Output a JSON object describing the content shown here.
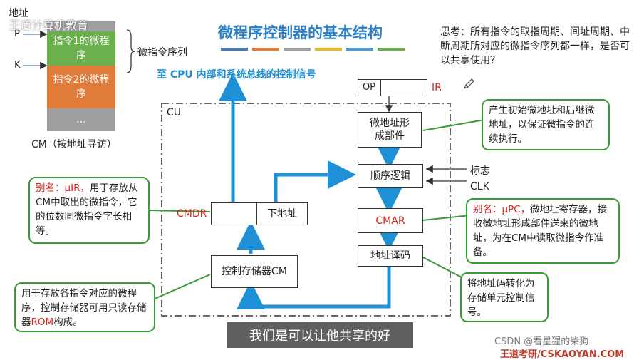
{
  "watermark_top": "王道计算机教育",
  "title": "微程序控制器的基本结构",
  "title_underline_colors": [
    "#4a7ab8",
    "#e07b39",
    "#a0a0a0",
    "#e8b830",
    "#4a9ad8",
    "#6ab04c"
  ],
  "question": "思考：所有指令的取指周期、间址周期、中断周期所对应的微指令序列都一样，是否可以共享使用？",
  "cm": {
    "address_label": "地址",
    "p": "P",
    "k": "K",
    "block1": "指令1的微程序",
    "block2": "指令2的微程序",
    "ellipsis": "…",
    "brace_label": "微指令序列",
    "caption": "CM（按地址寻访）"
  },
  "signal_label": "至 CPU 内部和系统总线的控制信号",
  "cu_label": "CU",
  "ir": {
    "op": "OP",
    "label": "IR"
  },
  "units": {
    "addr_gen": "微地址形成部件",
    "seq_logic": "顺序逻辑",
    "cmar": "CMAR",
    "decoder": "地址译码",
    "cm_store": "控制存储器CM",
    "next_addr": "下地址",
    "cmdr": "CMDR"
  },
  "inputs": {
    "flag": "标志",
    "clk": "CLK"
  },
  "callouts": {
    "addr_gen": "产生初始微地址和后继微地址，以保证微指令的连续执行。",
    "cmdr_prefix": "别名：μIR，",
    "cmdr_text": "用于存放从CM中取出的微指令，它的位数同微指令字长相等。",
    "cmar_prefix": "别名：μPC，",
    "cmar_text": "微地址寄存器，接收微地址形成部件送来的微地址，为在CM中读取微指令作准备。",
    "cm_text_a": "用于存放各指令对应的微程序，控制存储器可用只读存储器",
    "cm_text_rom": "ROM",
    "cm_text_b": "构成。",
    "decoder": "将地址码转化为存储单元控制信号。"
  },
  "subtitle": "我们是可以让他共享的好",
  "footer_brand": "王道考研/CSKAOYAN.COM",
  "footer_csdn": "CSDN @看星猩的柴狗"
}
